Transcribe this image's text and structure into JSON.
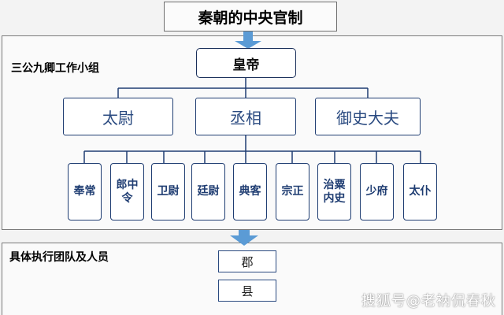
{
  "title": "秦朝的中央官制",
  "top_panel": {
    "label": "三公九卿工作小组",
    "emperor": "皇帝",
    "three_ducal": [
      "太尉",
      "丞相",
      "御史大夫"
    ],
    "nine_ministers": [
      "奉常",
      "郎中令",
      "卫尉",
      "廷尉",
      "典客",
      "宗正",
      "治粟内史",
      "少府",
      "太仆"
    ]
  },
  "bottom_panel": {
    "label": "具体执行团队及人员",
    "prefecture": "郡",
    "county": "县"
  },
  "watermark": "搜狐号@老衲侃春秋",
  "colors": {
    "box_border": "#1f3d72",
    "arrow": "#5b9bd5",
    "text_blue": "#1f3d72"
  }
}
